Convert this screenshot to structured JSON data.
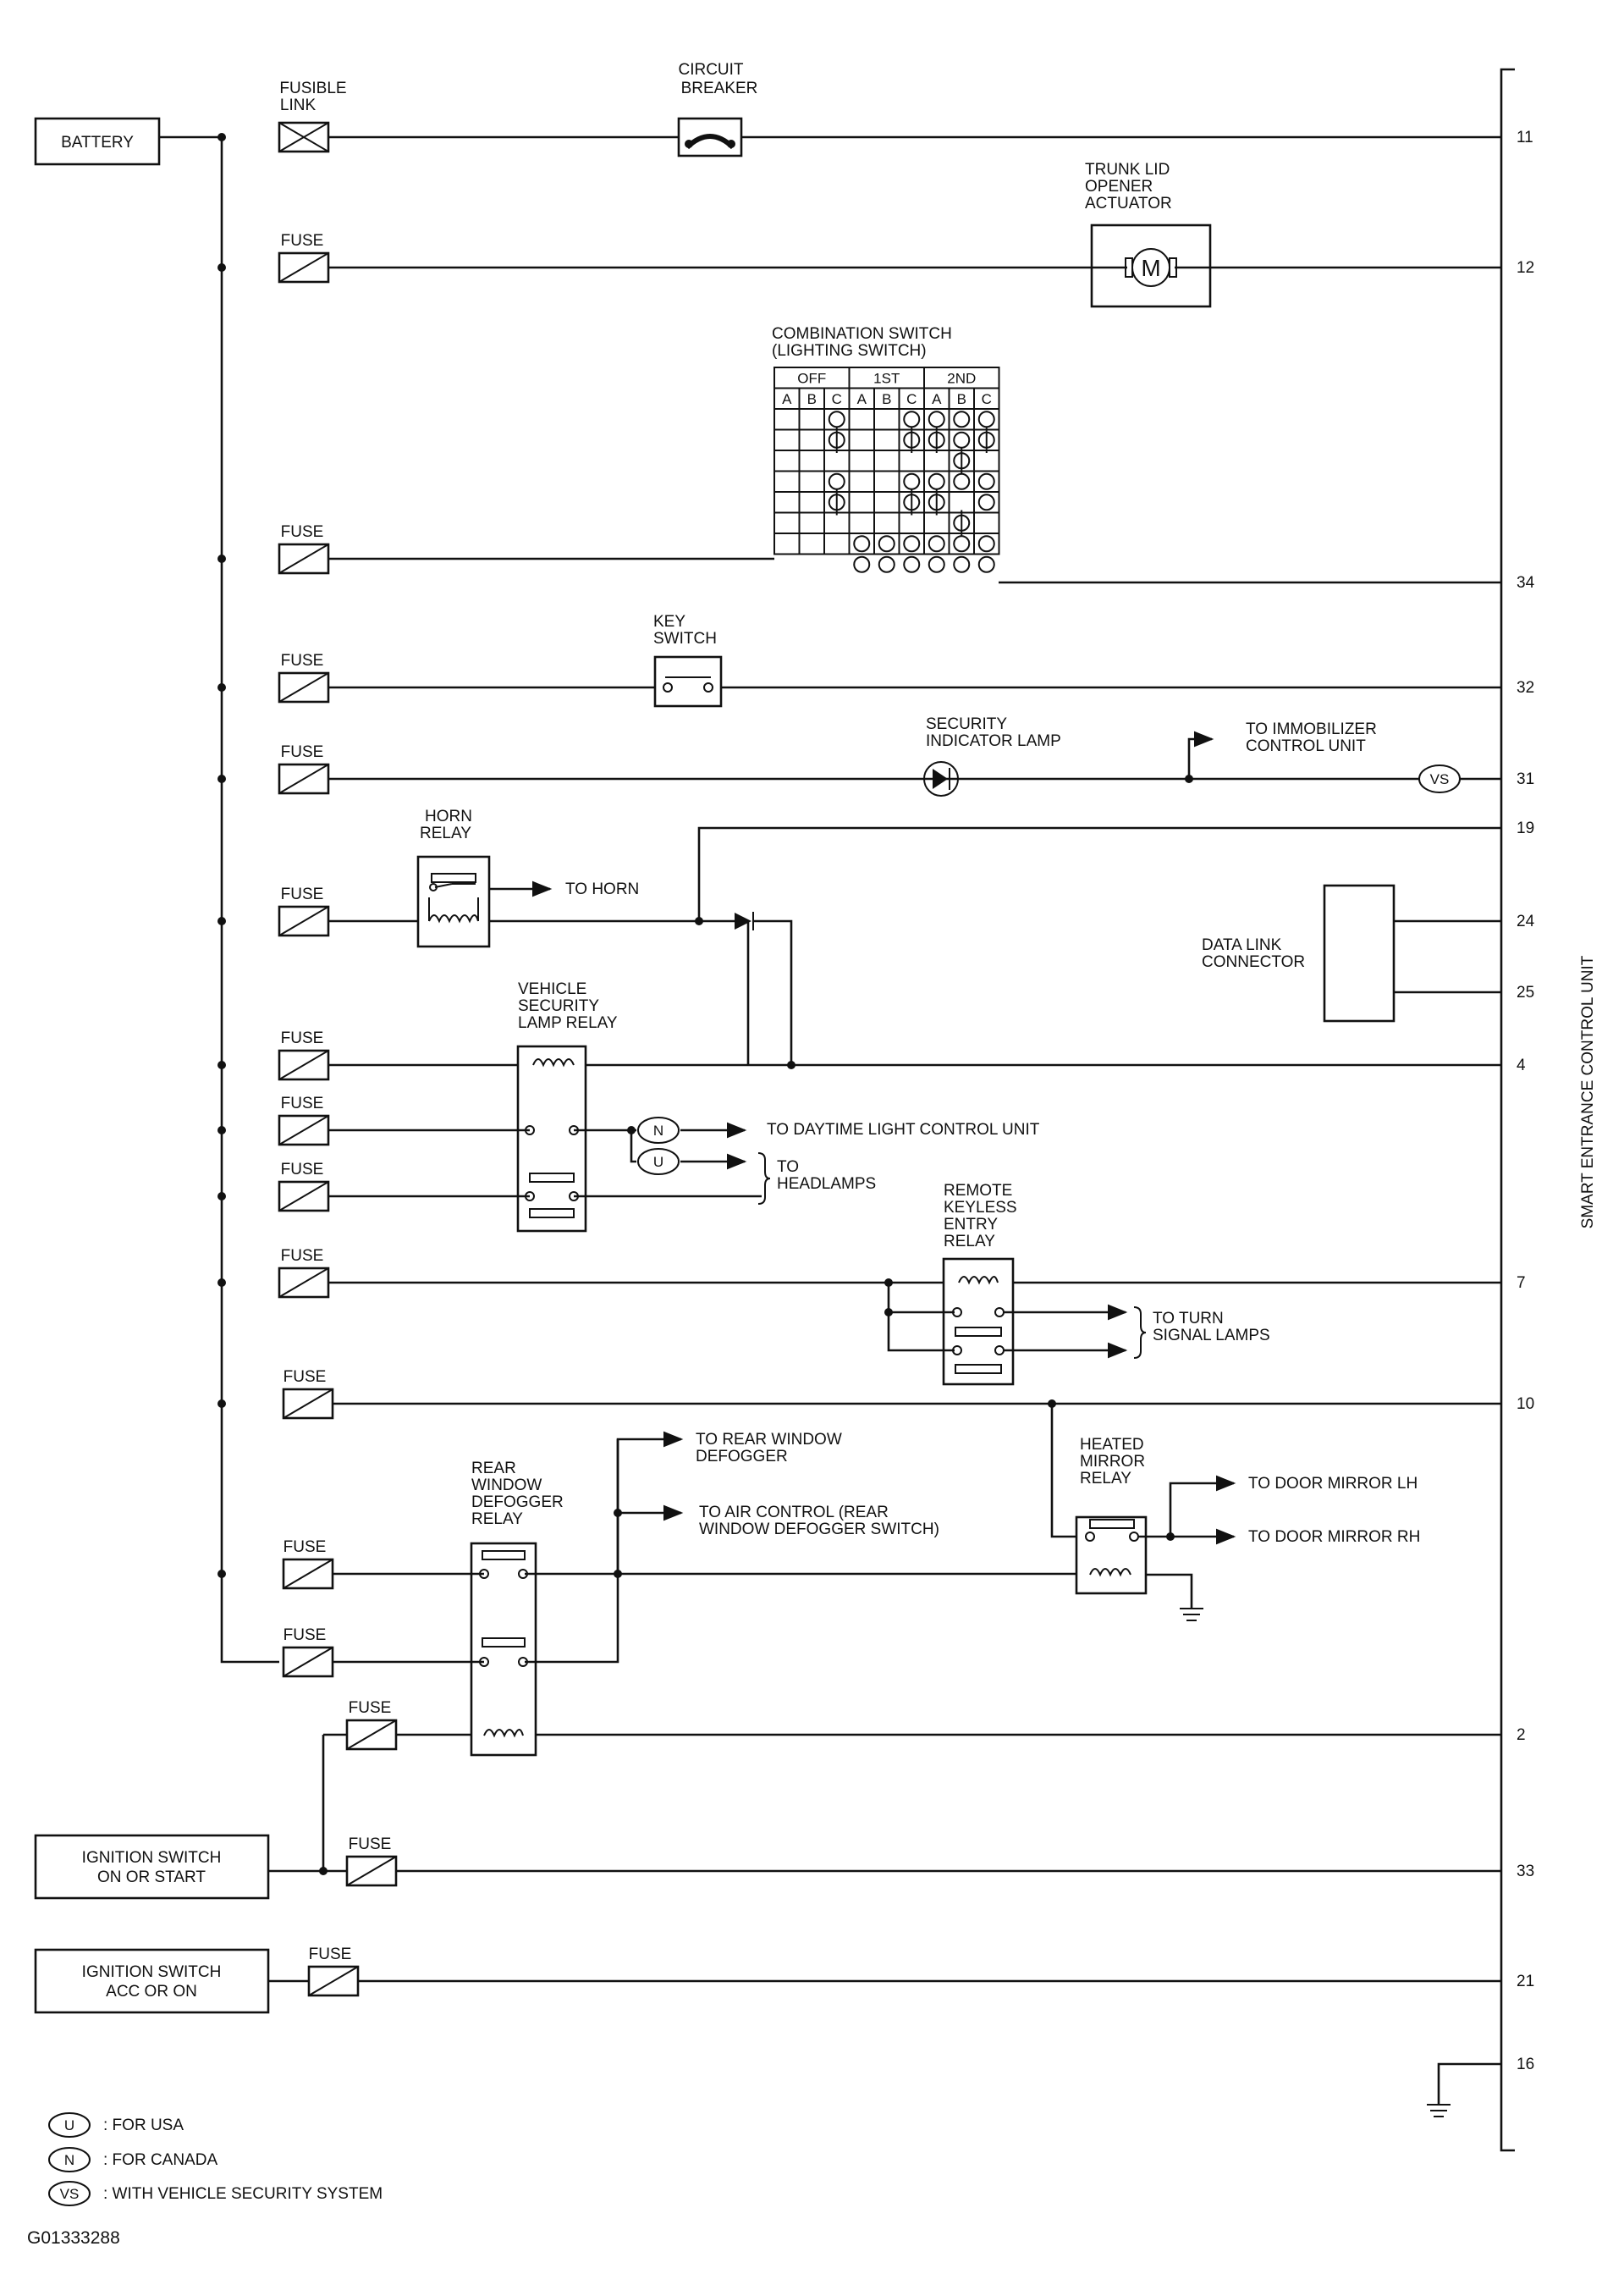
{
  "labels": {
    "battery": "BATTERY",
    "ign_on": [
      "IGNITION SWITCH",
      "ON OR START"
    ],
    "ign_acc": [
      "IGNITION SWITCH",
      "ACC OR ON"
    ],
    "fusible_link": [
      "FUSIBLE",
      "LINK"
    ],
    "circuit_breaker": [
      "CIRCUIT",
      "BREAKER"
    ],
    "trunk": [
      "TRUNK LID",
      "OPENER",
      "ACTUATOR"
    ],
    "motor": "M",
    "comb_switch": [
      "COMBINATION SWITCH",
      "(LIGHTING SWITCH)"
    ],
    "key_switch": [
      "KEY",
      "SWITCH"
    ],
    "security_lamp": [
      "SECURITY",
      "INDICATOR LAMP"
    ],
    "to_immobilizer": [
      "TO IMMOBILIZER",
      "CONTROL UNIT"
    ],
    "horn_relay": [
      "HORN",
      "RELAY"
    ],
    "to_horn": "TO HORN",
    "data_link": [
      "DATA LINK",
      "CONNECTOR"
    ],
    "vsl_relay": [
      "VEHICLE",
      "SECURITY",
      "LAMP RELAY"
    ],
    "to_daytime": "TO DAYTIME LIGHT CONTROL UNIT",
    "to_headlamps": [
      "TO",
      "HEADLAMPS"
    ],
    "rke_relay": [
      "REMOTE",
      "KEYLESS",
      "ENTRY",
      "RELAY"
    ],
    "to_turn": [
      "TO TURN",
      "SIGNAL LAMPS"
    ],
    "rear_relay": [
      "REAR",
      "WINDOW",
      "DEFOGGER",
      "RELAY"
    ],
    "to_rear_def": [
      "TO REAR WINDOW",
      "DEFOGGER"
    ],
    "to_air": [
      "TO AIR CONTROL (REAR",
      "WINDOW DEFOGGER SWITCH)"
    ],
    "heated_relay": [
      "HEATED",
      "MIRROR",
      "RELAY"
    ],
    "to_mirror_lh": "TO DOOR MIRROR LH",
    "to_mirror_rh": "TO DOOR MIRROR RH",
    "unit": "SMART ENTRANCE CONTROL UNIT",
    "fuse": "FUSE",
    "figure_id": "G01333288"
  },
  "switch_table": {
    "groups": [
      "OFF",
      "1ST",
      "2ND"
    ],
    "cols": [
      "A",
      "B",
      "C",
      "A",
      "B",
      "C",
      "A",
      "B",
      "C"
    ]
  },
  "pins": [
    "11",
    "12",
    "34",
    "32",
    "31",
    "19",
    "24",
    "25",
    "4",
    "7",
    "10",
    "2",
    "33",
    "21",
    "16"
  ],
  "badges": {
    "vs": "VS",
    "n": "N",
    "u": "U"
  },
  "legend": [
    {
      "symbol": "U",
      "text": ": FOR USA"
    },
    {
      "symbol": "N",
      "text": ": FOR CANADA"
    },
    {
      "symbol": "VS",
      "text": ": WITH VEHICLE SECURITY SYSTEM"
    }
  ]
}
